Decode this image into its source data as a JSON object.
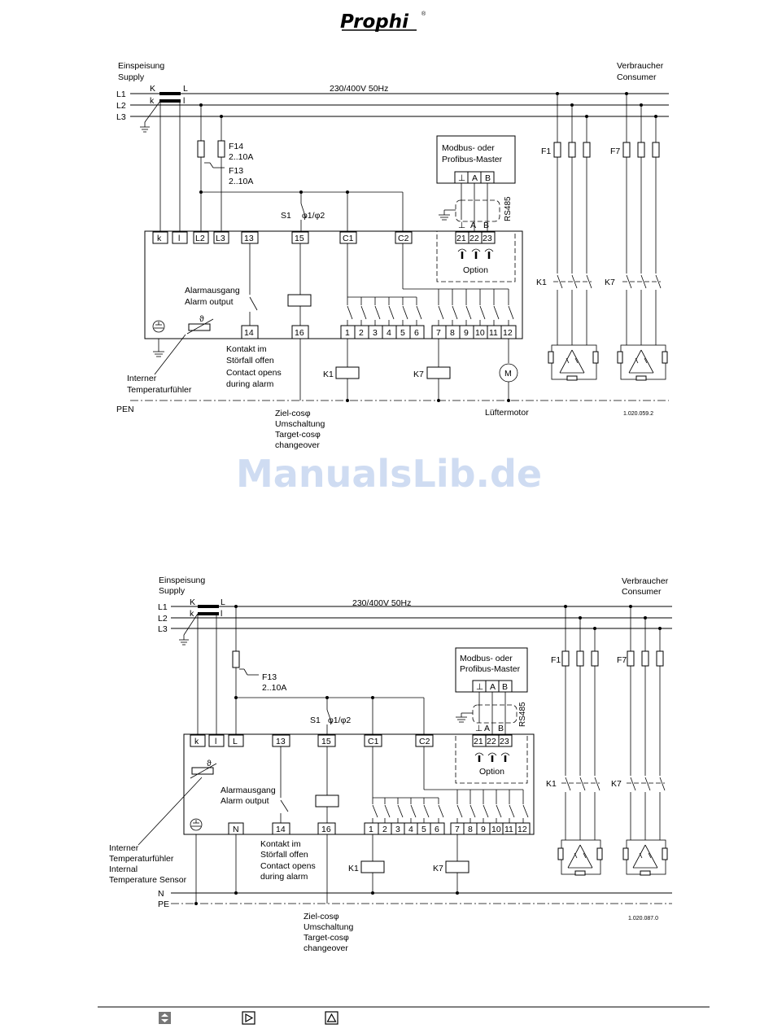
{
  "header": {
    "logo": "Prophi",
    "logo_mark": "®"
  },
  "watermark": "ManualsLib.de",
  "diagram1": {
    "supply": [
      "Einspeisung",
      "Supply"
    ],
    "consumer": [
      "Verbraucher",
      "Consumer"
    ],
    "voltage": "230/400V 50Hz",
    "lines": [
      "L1",
      "L2",
      "L3"
    ],
    "ct": {
      "K": "K",
      "L": "L",
      "k": "k",
      "l": "l"
    },
    "fuse14": [
      "F14",
      "2..10A"
    ],
    "fuse13": [
      "F13",
      "2..10A"
    ],
    "switch": "S1",
    "switch_phi": "φ1/φ2",
    "master": [
      "Modbus- oder",
      "Profibus-Master"
    ],
    "master_terms": [
      "⊥",
      "A",
      "B"
    ],
    "rs485": "RS485",
    "rs_terms": [
      "⊥",
      "A",
      "B"
    ],
    "top_terms": [
      "k",
      "l",
      "L2",
      "L3",
      "13",
      "15",
      "C1",
      "C2",
      "21",
      "22",
      "23"
    ],
    "option": "Option",
    "alarm": [
      "Alarmausgang",
      "Alarm output"
    ],
    "bottom_terms": [
      "14",
      "16",
      "1",
      "2",
      "3",
      "4",
      "5",
      "6",
      "7",
      "8",
      "9",
      "10",
      "11",
      "12"
    ],
    "contact": [
      "Kontakt im",
      "Störfall offen",
      "Contact opens",
      "during alarm"
    ],
    "sensor": [
      "Interner",
      "Temperaturfühler"
    ],
    "k1": "K1",
    "k7": "K7",
    "motor": "M",
    "fuse_f1": "F1",
    "fuse_f7": "F7",
    "pen": "PEN",
    "target": [
      "Ziel-cosφ",
      "Umschaltung",
      "Target-cosφ",
      "changeover"
    ],
    "fan": "Lüftermotor",
    "ref": "1.020.059.2",
    "theta": "ϑ"
  },
  "diagram2": {
    "supply": [
      "Einspeisung",
      "Supply"
    ],
    "consumer": [
      "Verbraucher",
      "Consumer"
    ],
    "voltage": "230/400V 50Hz",
    "lines": [
      "L1",
      "L2",
      "L3"
    ],
    "n": "N",
    "pe": "PE",
    "ct": {
      "K": "K",
      "L": "L",
      "k": "k",
      "l": "l"
    },
    "fuse13": [
      "F13",
      "2..10A"
    ],
    "switch": "S1",
    "switch_phi": "φ1/φ2",
    "master": [
      "Modbus- oder",
      "Profibus-Master"
    ],
    "master_terms": [
      "⊥",
      "A",
      "B"
    ],
    "rs485": "RS485",
    "rs_terms": [
      "⊥",
      "A",
      "B"
    ],
    "top_terms": [
      "k",
      "l",
      "L",
      "13",
      "15",
      "C1",
      "C2",
      "21",
      "22",
      "23"
    ],
    "option": "Option",
    "alarm": [
      "Alarmausgang",
      "Alarm output"
    ],
    "bottom_terms": [
      "N",
      "14",
      "16",
      "1",
      "2",
      "3",
      "4",
      "5",
      "6",
      "7",
      "8",
      "9",
      "10",
      "11",
      "12"
    ],
    "contact": [
      "Kontakt im",
      "Störfall offen",
      "Contact opens",
      "during alarm"
    ],
    "sensor": [
      "Interner",
      "Temperaturfühler",
      "Internal",
      "Temperature Sensor"
    ],
    "k1": "K1",
    "k7": "K7",
    "fuse_f1": "F1",
    "fuse_f7": "F7",
    "target": [
      "Ziel-cosφ",
      "Umschaltung",
      "Target-cosφ",
      "changeover"
    ],
    "ref": "1.020.087.0",
    "theta": "ϑ"
  },
  "footer": {
    "icons": [
      "contents-icon",
      "next-page-icon",
      "warning-icon"
    ]
  }
}
